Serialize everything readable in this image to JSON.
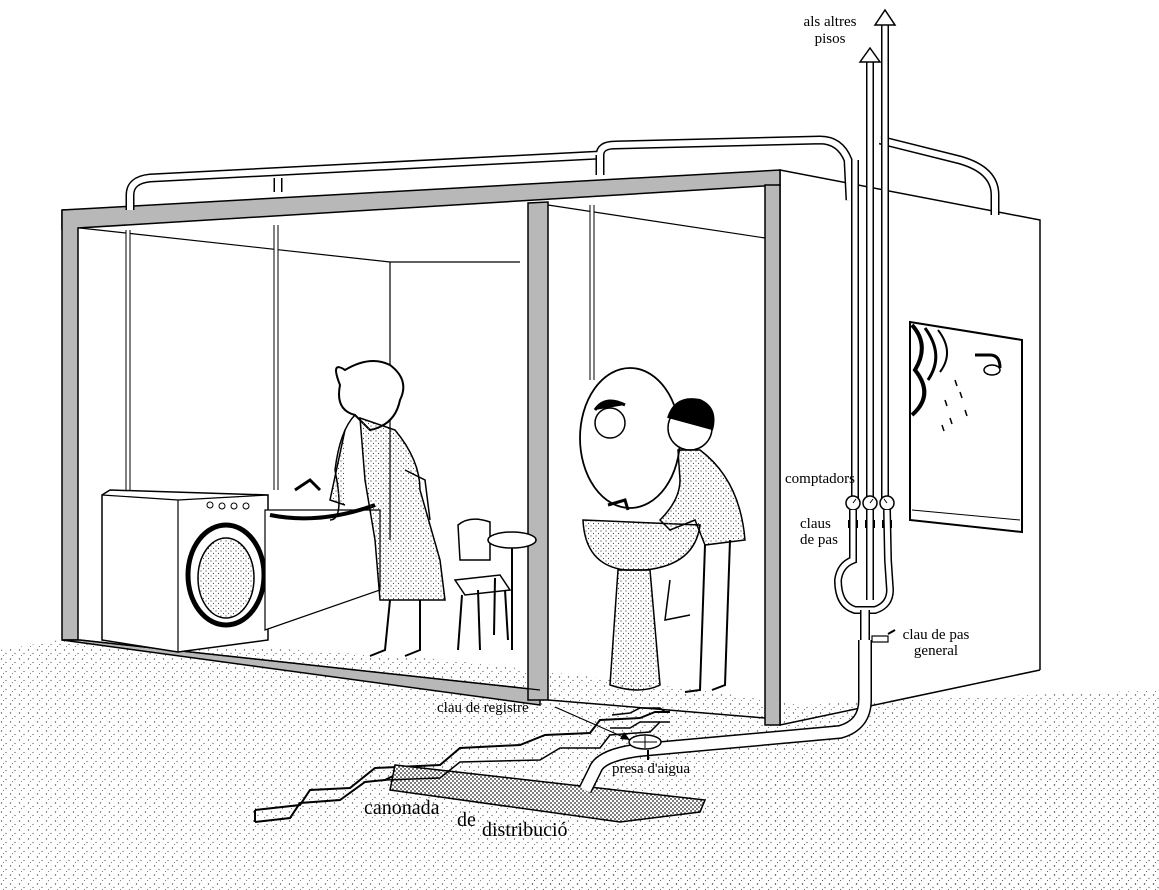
{
  "labels": {
    "to_other_floors": [
      "als altres",
      "pisos"
    ],
    "meters": "comptadors",
    "stopcocks": [
      "claus",
      "de pas"
    ],
    "main_stopcock": [
      "clau de pas",
      "general"
    ],
    "register_valve": "clau de registre",
    "water_intake": "presa d'aigua",
    "distribution_pipe": [
      "canonada",
      "de",
      "distribució"
    ]
  },
  "colors": {
    "ink": "#000000",
    "wall_fill": "#b8b8b8",
    "pipe_fill": "#ffffff",
    "stipple": "#555555",
    "paper": "#ffffff"
  },
  "icons": [
    "washing-machine-icon",
    "sink-icon",
    "chair-icon",
    "table-icon",
    "mirror-icon",
    "shower-icon",
    "water-meter-icon",
    "valve-icon",
    "arrow-up-icon"
  ]
}
